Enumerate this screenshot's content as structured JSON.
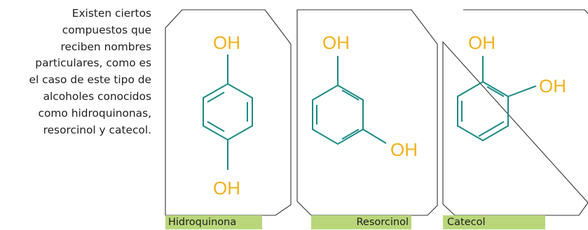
{
  "intro": {
    "lines": [
      "Existen ciertos",
      "compuestos que",
      "reciben nombres",
      "particulares, como es",
      "el caso de este tipo de",
      "alcoholes conocidos",
      "como hidroquinonas,",
      "resorcinol  y catecol."
    ]
  },
  "molecules": [
    {
      "caption": "Hidroquinona",
      "groups": [
        "OH",
        "OH"
      ]
    },
    {
      "caption": "Resorcinol",
      "groups": [
        "OH",
        "OH"
      ]
    },
    {
      "caption": "Catecol",
      "groups": [
        "OH",
        "OH"
      ]
    }
  ],
  "colors": {
    "bond": "#1a8a85",
    "hydroxyl": "#f2b11b",
    "caption_bg": "#b9d67a",
    "frame": "#333333"
  }
}
